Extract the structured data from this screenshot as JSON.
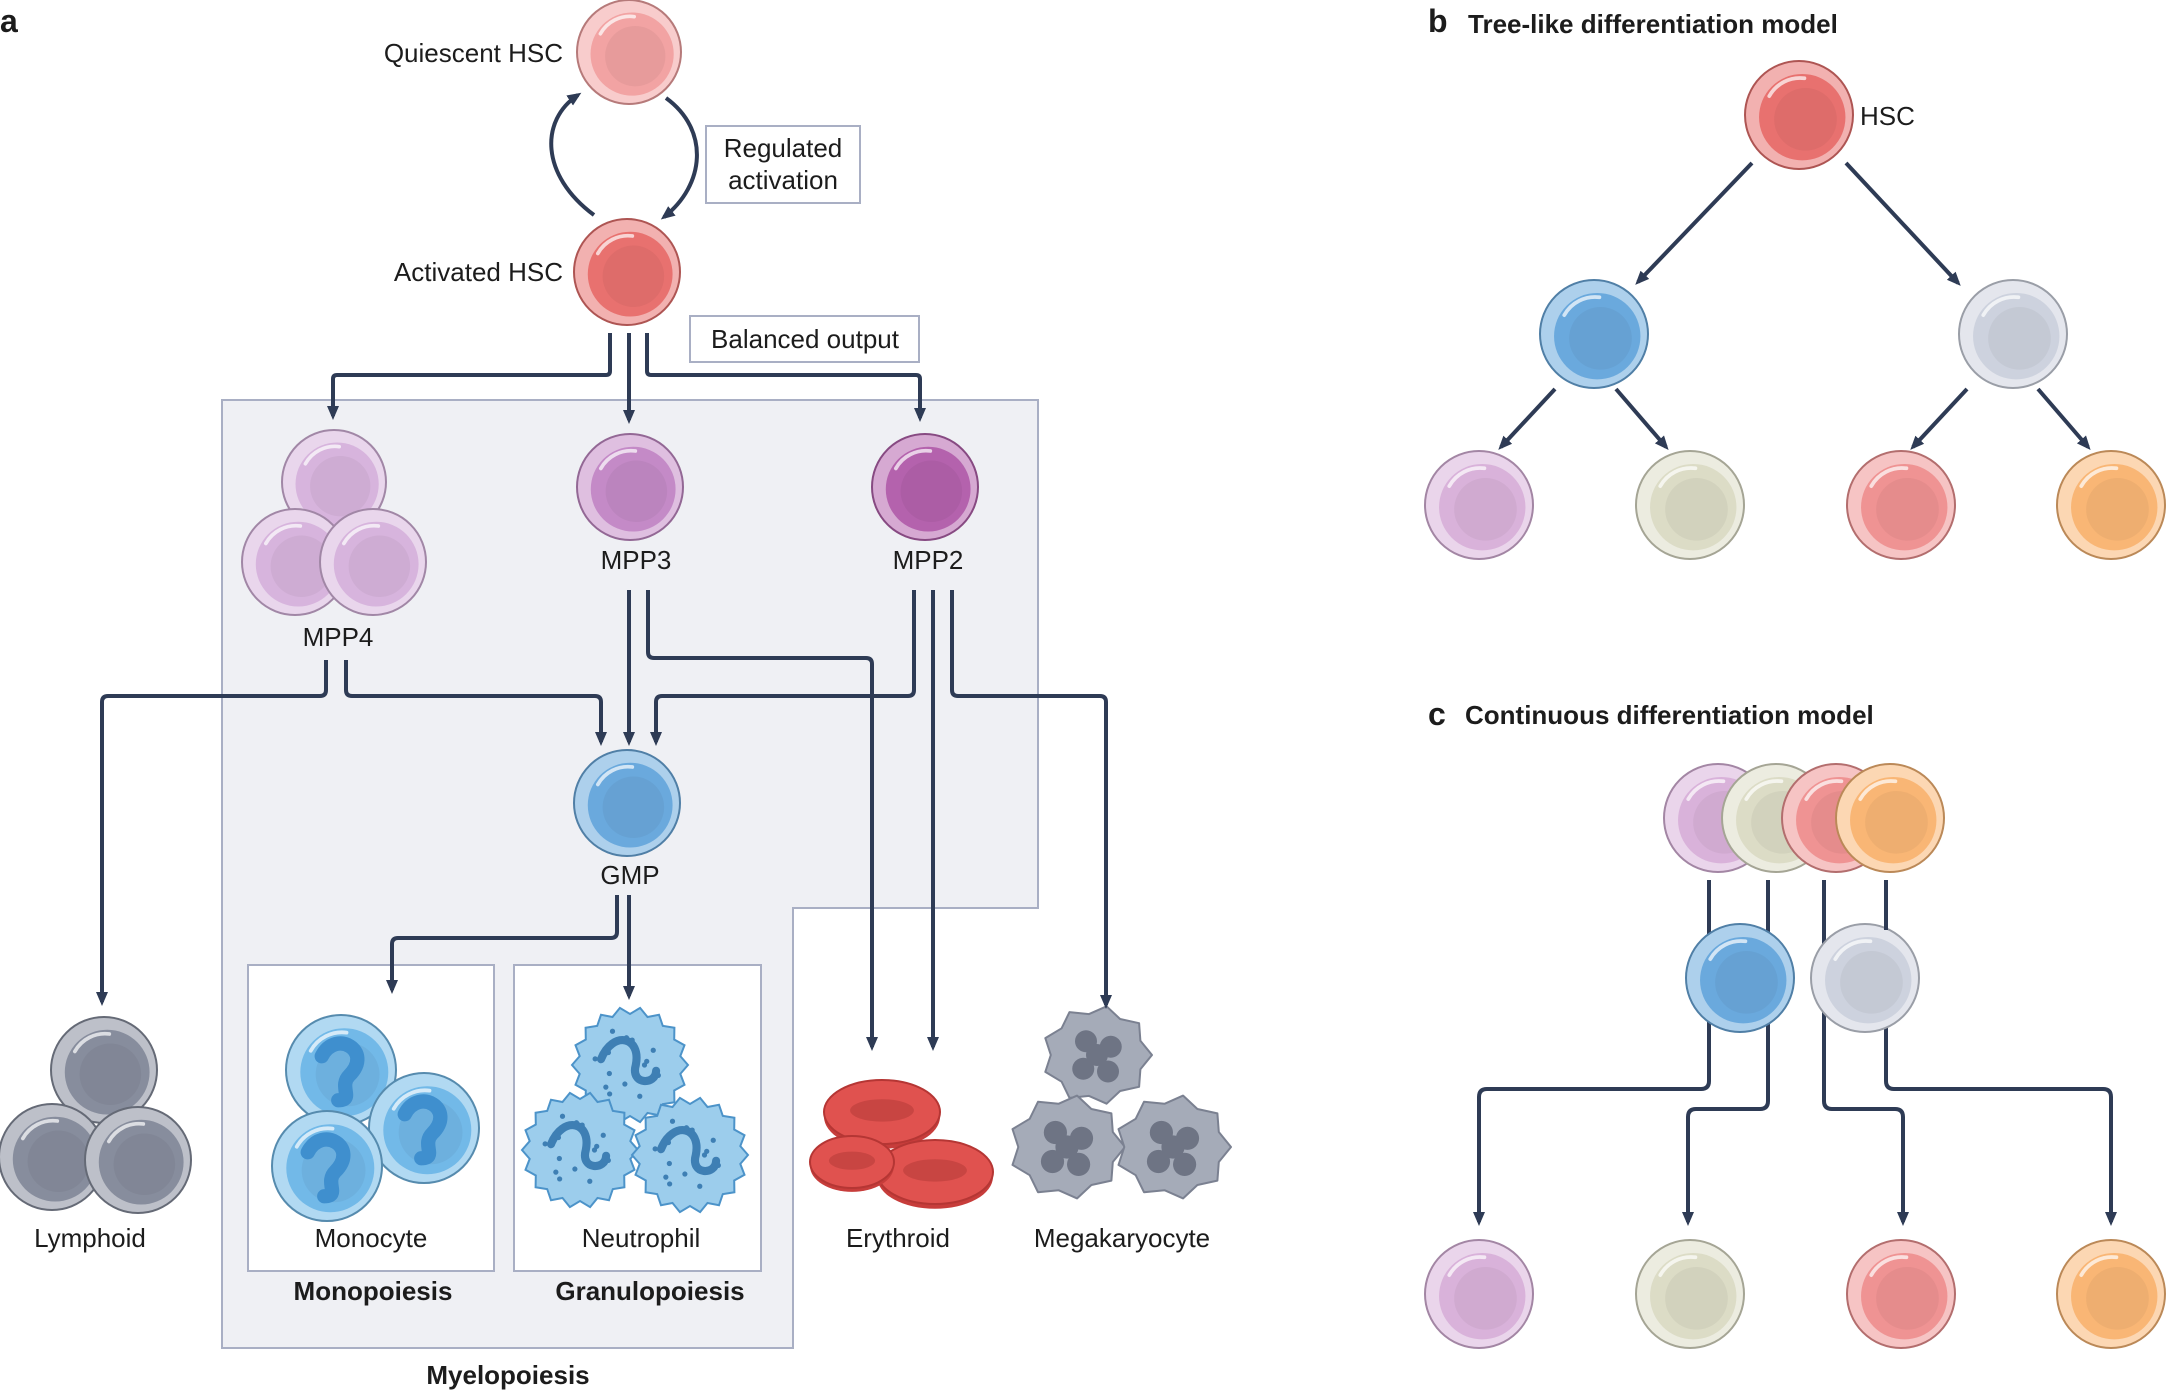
{
  "panel_a": {
    "letter": "a",
    "quiescent_hsc": "Quiescent HSC",
    "activated_hsc": "Activated HSC",
    "regulated_activation": [
      "Regulated",
      "activation"
    ],
    "balanced_output": "Balanced output",
    "mpp4": "MPP4",
    "mpp3": "MPP3",
    "mpp2": "MPP2",
    "gmp": "GMP",
    "lymphoid": "Lymphoid",
    "monocyte": "Monocyte",
    "neutrophil": "Neutrophil",
    "erythroid": "Erythroid",
    "megakaryocyte": "Megakaryocyte",
    "monopoiesis": "Monopoiesis",
    "granulopoiesis": "Granulopoiesis",
    "myelopoiesis": "Myelopoiesis"
  },
  "panel_b": {
    "letter": "b",
    "title": "Tree-like differentiation model",
    "hsc": "HSC"
  },
  "panel_c": {
    "letter": "c",
    "title": "Continuous differentiation model"
  },
  "colors": {
    "hsc_quiescent": "#f2a3a3",
    "hsc_activated": "#e8716f",
    "mpp4": "#d7b4dd",
    "mpp3": "#c48ac7",
    "mpp2": "#b462ad",
    "gmp": "#6aa9dd",
    "lymphoid": "#878d9d",
    "monocyte": "#72b9e8",
    "neutrophil": "#9ccdec",
    "erythroid": "#e0524f",
    "megakaryocyte": "#a5abb8",
    "progenitor_grey": "#cdd2de",
    "purple_cell": "#d9b2da",
    "beige_cell": "#dcdcc6",
    "red_cell": "#ef9393",
    "orange_cell": "#f9b675",
    "arrow": "#2e3b55",
    "box_fill": "#eff0f4",
    "box_stroke": "#a9afc4"
  }
}
